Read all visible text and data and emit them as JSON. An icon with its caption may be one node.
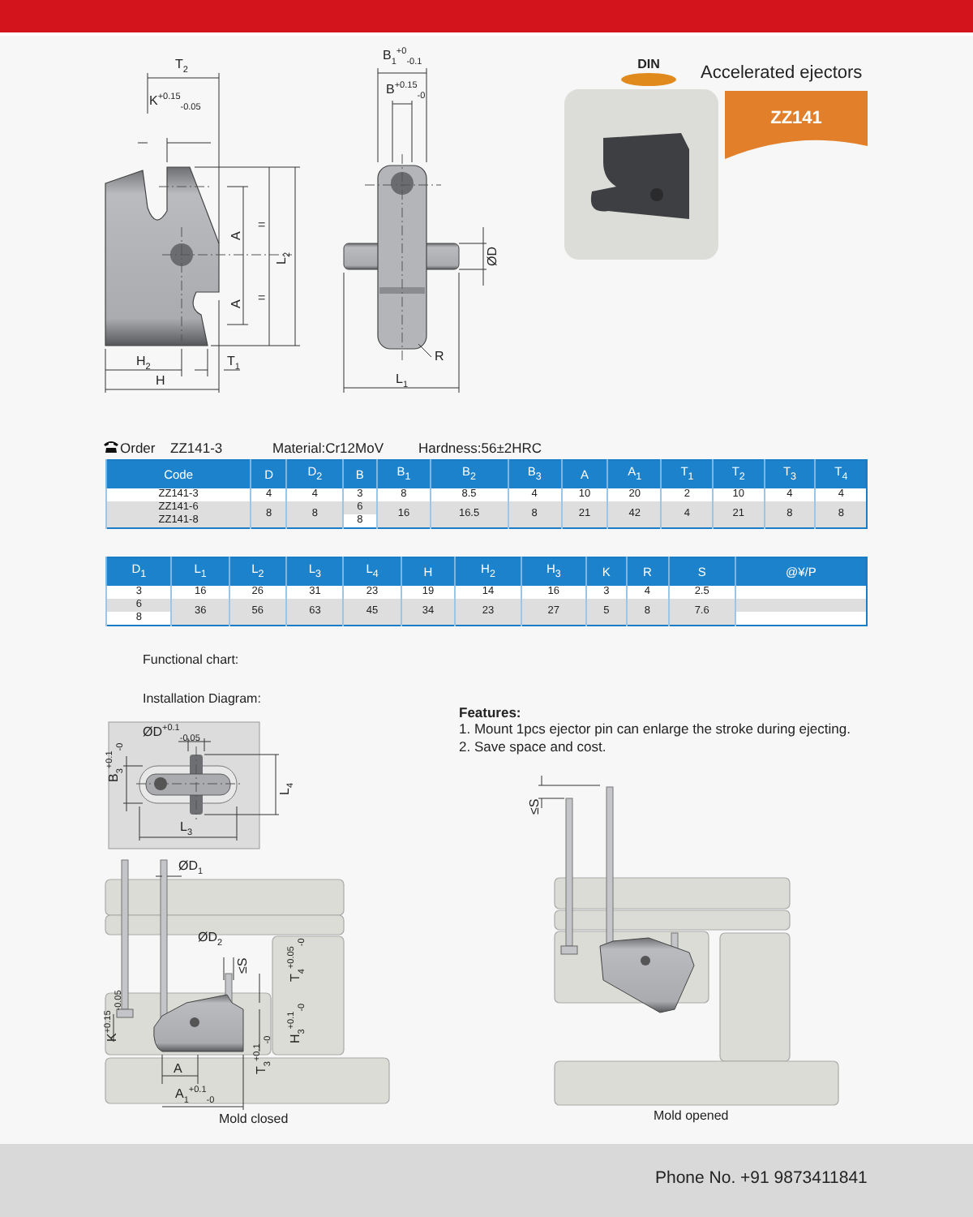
{
  "diagram": {
    "title": "Accelerated ejectors",
    "nodes": [
      {
        "text": [
          "DIN"
        ]
      },
      {
        "text": [
          "ZZ141"
        ]
      }
    ],
    "edges": [],
    "labels": [
      "T$_{2}$",
      "K$^{+0.15}$$_{-0.05}$",
      "A",
      "A",
      "=",
      "=",
      "L$_{2}$",
      "H$_{2}$",
      "T$_{1}$",
      "H",
      "B$_{1}$$^{+0}$$_{-0.1}$",
      "B$^{+0.15}$$_{-0}$",
      "ØD",
      "R",
      "L$_{1}$",
      "Order",
      "ZZ141-3",
      "Material:Cr12MoV",
      "Hardness:56±2HRC",
      "Code",
      "D",
      "D$_{2}$",
      "B",
      "B$_{1}$",
      "B$_{2}$",
      "B$_{3}$",
      "A",
      "A$_{1}$",
      "T$_{1}$",
      "T$_{2}$",
      "T$_{3}$",
      "T$_{4}$",
      "ZZ141-3",
      "4",
      "4",
      "3",
      "8",
      "8.5",
      "4",
      "10",
      "20",
      "2",
      "10",
      "4",
      "4",
      "ZZ141-6",
      "8",
      "8",
      "6",
      "16",
      "16.5",
      "8",
      "21",
      "42",
      "4",
      "21",
      "8",
      "8",
      "ZZ141-8",
      "8",
      "D$_{1}$",
      "L$_{1}$",
      "L$_{2}$",
      "L$_{3}$",
      "L$_{4}$",
      "H",
      "H$_{2}$",
      "H$_{3}$",
      "K",
      "R",
      "S",
      "@¥/P",
      "3",
      "16",
      "26",
      "31",
      "23",
      "19",
      "14",
      "16",
      "3",
      "4",
      "2.5",
      "6",
      "36",
      "56",
      "63",
      "45",
      "34",
      "23",
      "27",
      "5",
      "8",
      "7.6",
      "8",
      "Functional chart:",
      "Installation Diagram:",
      "Features:",
      "1. Mount 1pcs ejector pin can enlarge the stroke during ejecting.",
      "2. Save space and cost.",
      "ØD$^{+0.1}$$_{-0.05}$",
      "B$_{3}$$^{+0.1}$$_{-0}$",
      "L$_{4}$",
      "L$_{3}$",
      "ØD$_{1}$",
      "ØD$_{2}$",
      "≤S",
      "T$_{4}$$^{+0.05}$$_{-0}$",
      "K$^{+0.15}$$_{-0.05}$",
      "H$_{3}$$^{+0.1}$$_{-0}$",
      "T$_{3}$$^{+0.1}$$_{-0}$",
      "A",
      "A$_{1}$$^{+0.1}$$_{-0}$",
      "Mold closed",
      "≤S",
      "Mold opened",
      "Phone No. +91 9873411841"
    ]
  }
}
